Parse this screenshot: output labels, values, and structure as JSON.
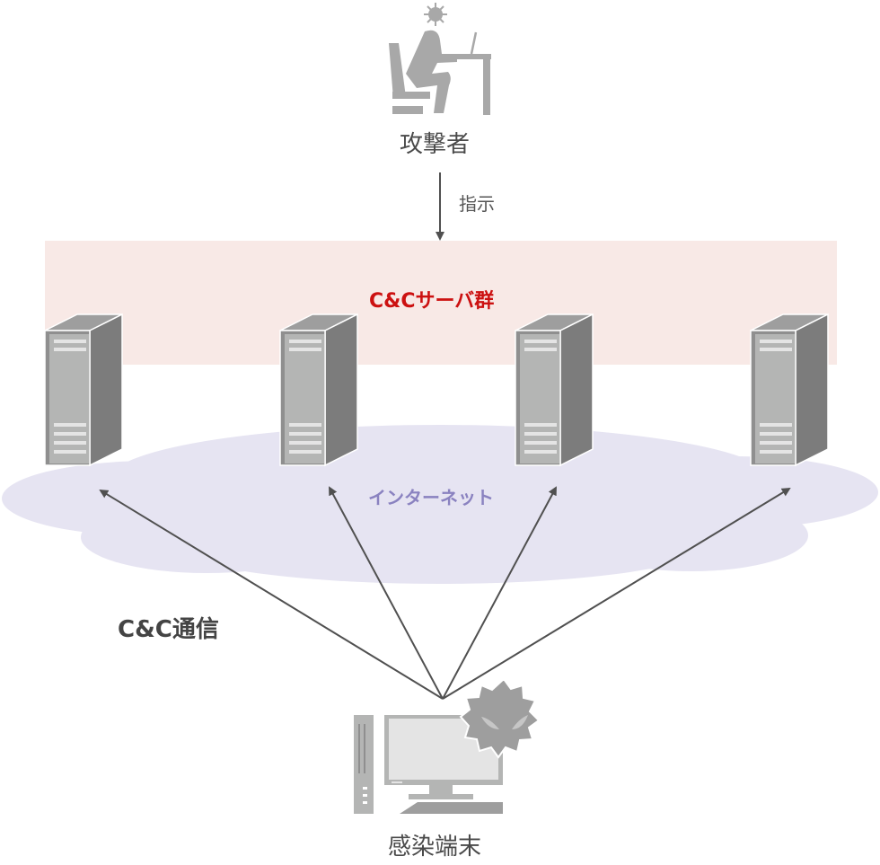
{
  "diagram": {
    "attacker": {
      "label": "攻撃者",
      "icon": "person-at-desk-icon"
    },
    "instruction": {
      "label": "指示",
      "direction": "attacker → C&C server group"
    },
    "cc_server_group": {
      "label": "C&Cサーバ群",
      "server_count": 4,
      "icon": "server-tower-icon"
    },
    "internet": {
      "label": "インターネット",
      "icon": "cloud-icon"
    },
    "cc_communication": {
      "label": "C&C通信",
      "direction": "infected terminal → each C&C server"
    },
    "infected_terminal": {
      "label": "感染端末",
      "icon": "desktop-computer-icon",
      "badge": "malware-virus-icon"
    }
  },
  "colors": {
    "cc_group_band": "#f8e9e6",
    "cc_group_text": "#cc1111",
    "cloud_fill": "#e6e4f2",
    "internet_text": "#8a82c0",
    "arrow": "#505050",
    "icon_gray": "#a8a8a8",
    "server_front": "#b4b5b4",
    "server_side": "#7c7c7c",
    "server_top": "#9e9e9e",
    "text_dark": "#4a4a4a"
  }
}
